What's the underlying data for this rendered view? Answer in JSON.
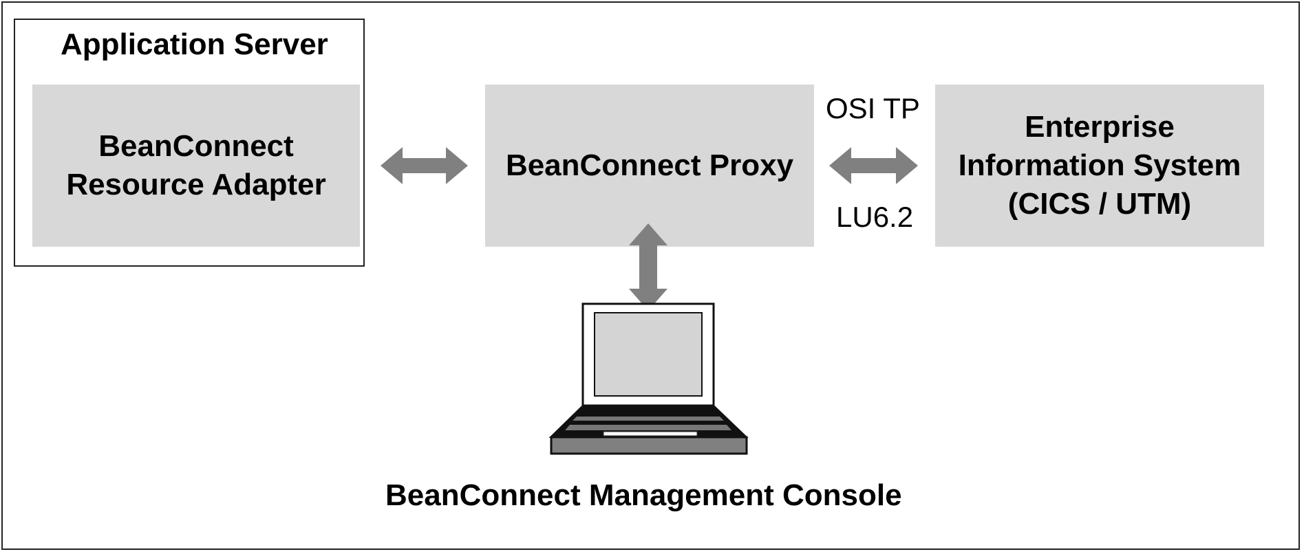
{
  "app_server": {
    "title": "Application Server"
  },
  "nodes": {
    "resource_adapter": {
      "line1": "BeanConnect",
      "line2": "Resource Adapter"
    },
    "proxy": {
      "label": "BeanConnect Proxy"
    },
    "eis": {
      "line1": "Enterprise",
      "line2": "Information System",
      "line3": "(CICS / UTM)"
    },
    "console": {
      "label": "BeanConnect Management Console"
    }
  },
  "protocols": {
    "top": "OSI TP",
    "bottom": "LU6.2"
  },
  "icons": {
    "console": "laptop-icon",
    "links": "double-arrow-icon"
  },
  "colors": {
    "box_fill": "#d8d8d8",
    "arrow": "#808080",
    "border": "#222222"
  }
}
